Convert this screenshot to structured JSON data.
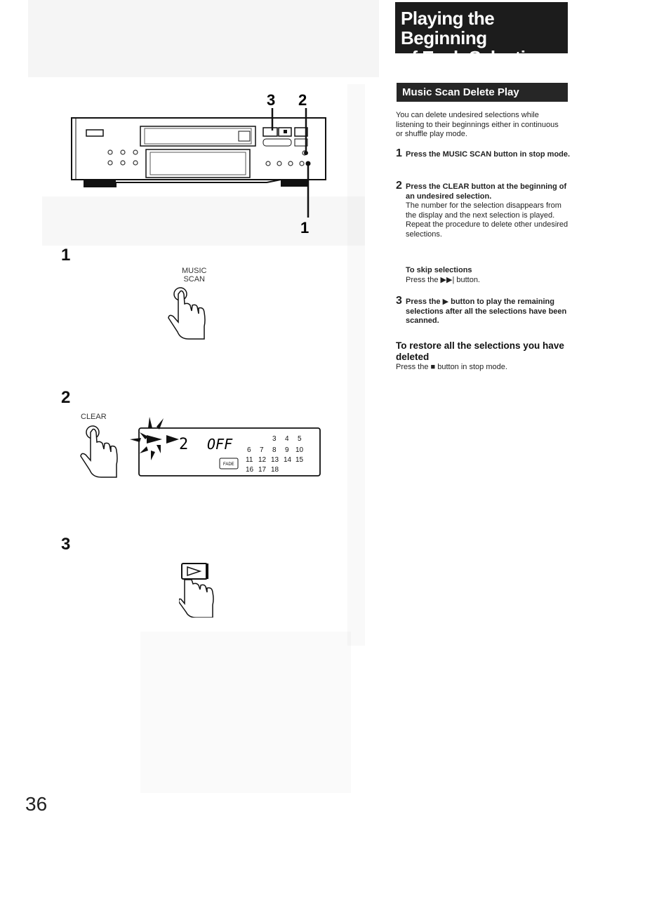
{
  "page": {
    "title_line1": "Playing the Beginning",
    "title_line2": "of Each Selection",
    "section_title": "Music Scan Delete Play",
    "page_number": "36"
  },
  "intro": "You can delete undesired selections while listening to their beginnings either in continuous or shuffle play mode.",
  "steps": [
    {
      "num": "1",
      "lead": "Press the MUSIC SCAN button in stop mode."
    },
    {
      "num": "2",
      "lead": "Press the CLEAR button at the beginning of an undesired selection.",
      "detail1": "The number for the selection disappears from the display and the next selection is played.",
      "detail2": "Repeat the procedure to delete other undesired selections."
    },
    {
      "num": "3",
      "lead": "Press the ▶ button to play the remaining selections after all the selections have been scanned."
    }
  ],
  "skip": {
    "head": "To skip selections",
    "text": "Press the ▶▶| button."
  },
  "restore": {
    "head": "To restore all the selections you have deleted",
    "text": "Press the ■ button in stop mode."
  },
  "illustration": {
    "callouts": {
      "top_a": "3",
      "top_b": "2",
      "bottom": "1"
    },
    "step_labels": [
      "1",
      "2",
      "3"
    ],
    "music_scan_label": "MUSIC\nSCAN",
    "clear_label": "CLEAR",
    "display": {
      "digit": "2",
      "off": "OFF",
      "fade": "FADE",
      "tracks_row1": [
        "3",
        "4",
        "5"
      ],
      "tracks_row2": [
        "6",
        "7",
        "8",
        "9",
        "10"
      ],
      "tracks_row3": [
        "11",
        "12",
        "13",
        "14",
        "15"
      ],
      "tracks_row4": [
        "16",
        "17",
        "18"
      ]
    }
  }
}
